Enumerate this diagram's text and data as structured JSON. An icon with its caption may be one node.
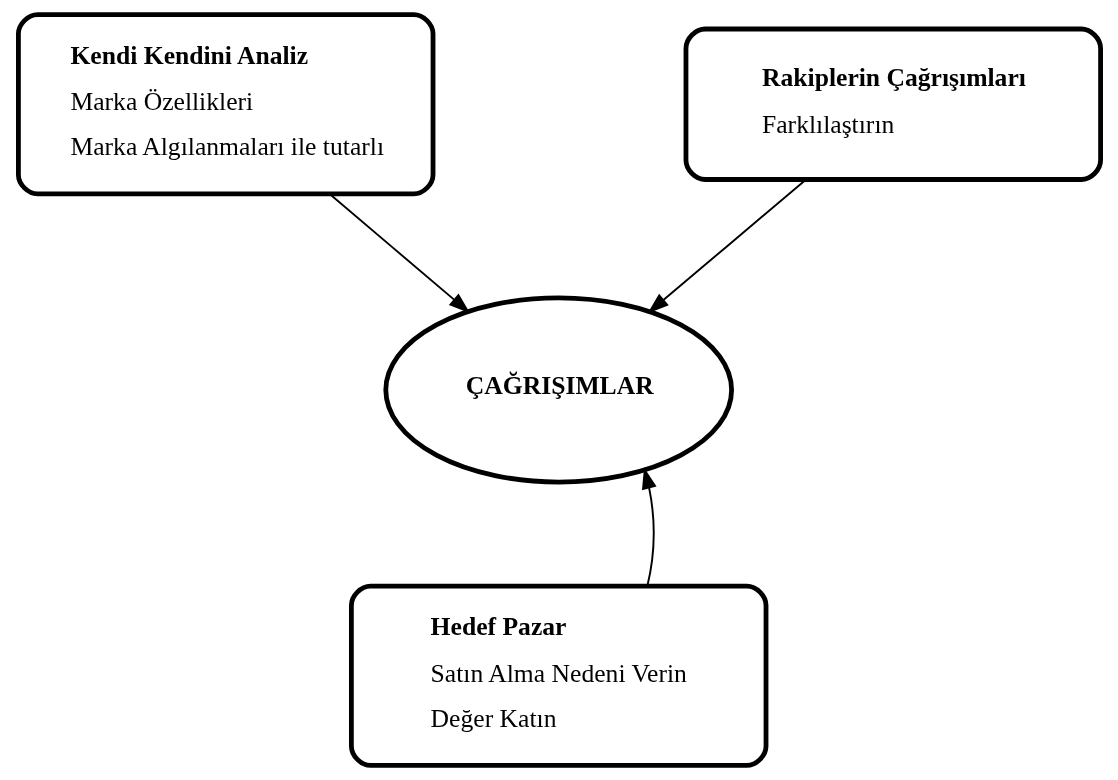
{
  "diagram": {
    "nodes": [
      {
        "text": [
          "Kendi Kendini Analiz",
          "Marka Özellikleri",
          "Marka Algılanmaları ile tutarlı"
        ]
      },
      {
        "text": [
          "Rakiplerin Çağrışımları",
          "Farklılaştırın"
        ]
      },
      {
        "text": [
          "ÇAĞRIŞIMLAR"
        ]
      },
      {
        "text": [
          "Hedef Pazar",
          "Satın Alma Nedeni Verin",
          "Değer Katın"
        ]
      }
    ],
    "edges": [
      {
        "from": 0,
        "to": 2,
        "arrow": "to"
      },
      {
        "from": 1,
        "to": 2,
        "arrow": "to"
      },
      {
        "from": 3,
        "to": 2,
        "arrow": "to"
      }
    ]
  }
}
